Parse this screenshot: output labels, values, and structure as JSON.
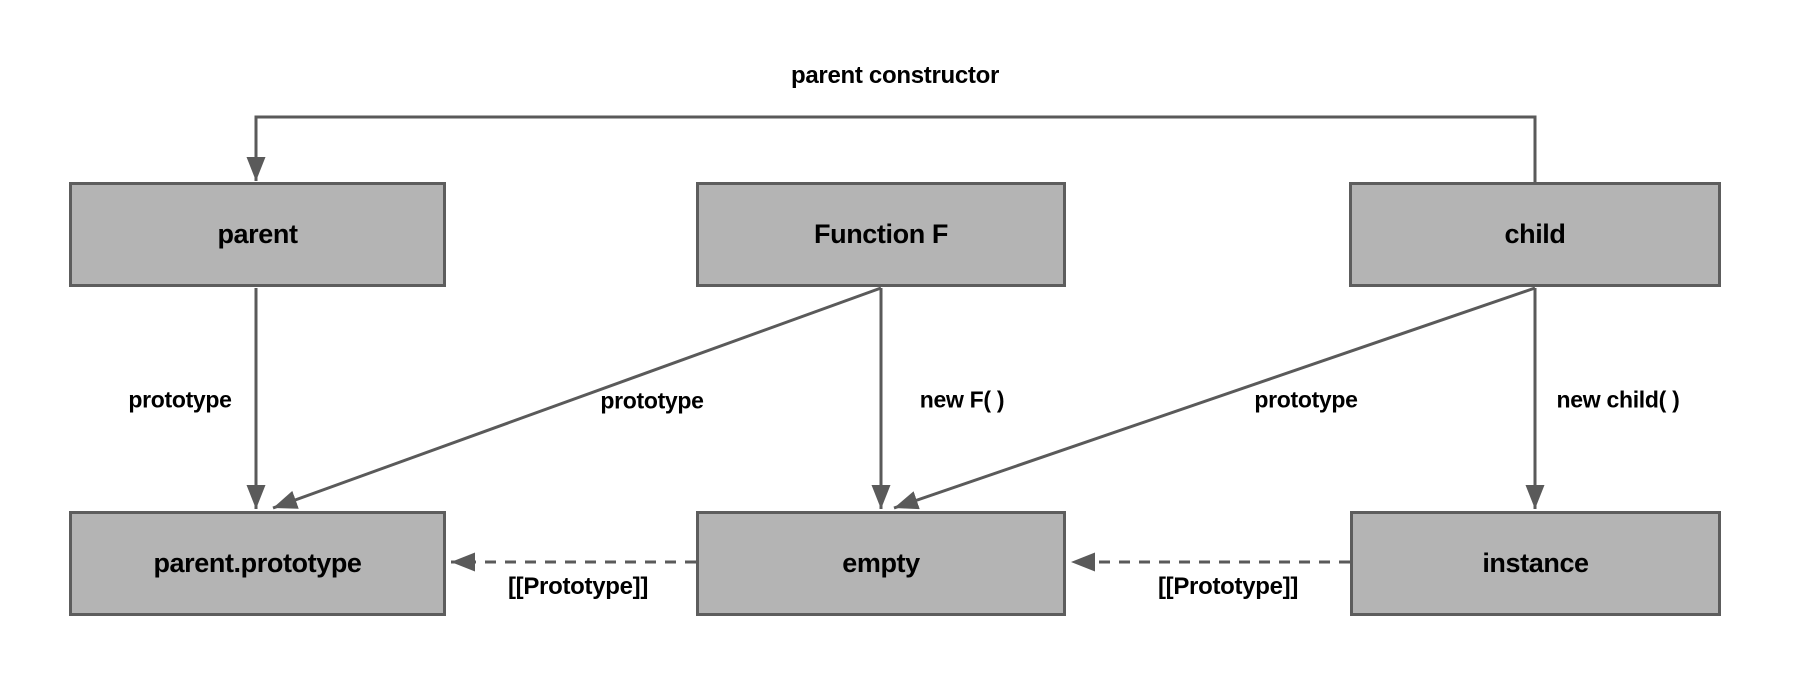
{
  "diagram": {
    "background_color": "#ffffff",
    "node_fill_color": "#b4b4b4",
    "node_border_color": "#5d5d5d",
    "edge_color": "#5a5a5a",
    "text_color": "#000000",
    "nodes": {
      "parent": "parent",
      "function_f": "Function F",
      "child": "child",
      "parent_prototype": "parent.prototype",
      "empty": "empty",
      "instance": "instance"
    },
    "edges": [
      {
        "from": "child",
        "to": "parent",
        "label": "parent constructor",
        "style": "solid"
      },
      {
        "from": "parent",
        "to": "parent.prototype",
        "label": "prototype",
        "style": "solid"
      },
      {
        "from": "Function F",
        "to": "parent.prototype",
        "label": "prototype",
        "style": "solid"
      },
      {
        "from": "Function F",
        "to": "empty",
        "label": "new F( )",
        "style": "solid"
      },
      {
        "from": "child",
        "to": "empty",
        "label": "prototype",
        "style": "solid"
      },
      {
        "from": "child",
        "to": "instance",
        "label": "new child( )",
        "style": "solid"
      },
      {
        "from": "empty",
        "to": "parent.prototype",
        "label": "[[Prototype]]",
        "style": "dashed"
      },
      {
        "from": "instance",
        "to": "empty",
        "label": "[[Prototype]]",
        "style": "dashed"
      }
    ]
  }
}
